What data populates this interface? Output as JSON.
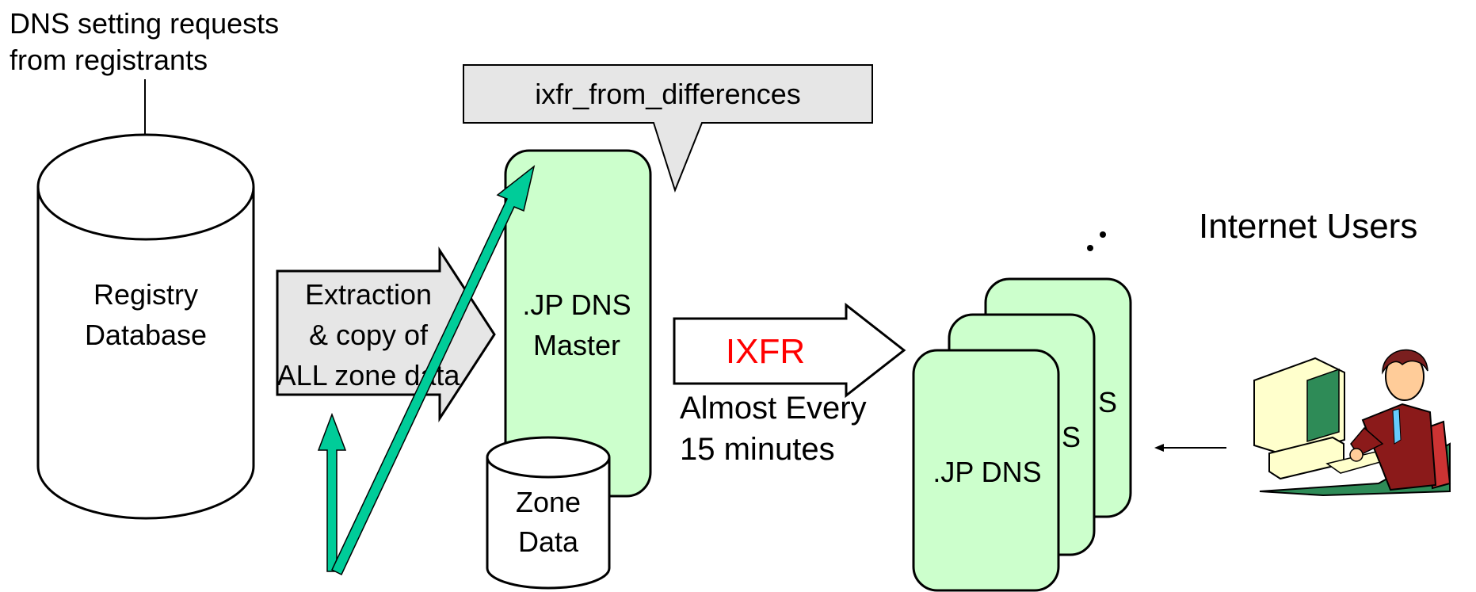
{
  "labels": {
    "dns_requests_line1": "DNS setting requests",
    "dns_requests_line2": "from registrants",
    "registry_line1": "Registry",
    "registry_line2": "Database",
    "extraction_line1": "Extraction",
    "extraction_line2": "& copy of",
    "extraction_line3": "ALL zone data",
    "callout": "ixfr_from_differences",
    "master_line1": ".JP DNS",
    "master_line2": "Master",
    "zone_line1": "Zone",
    "zone_line2": "Data",
    "ixfr": "IXFR",
    "interval_line1": "Almost Every",
    "interval_line2": "15 minutes",
    "slave_back_fragment": "S",
    "slave_mid_fragment": "S",
    "slave_front": ".JP DNS",
    "internet_users": "Internet Users"
  },
  "colors": {
    "server_fill": "#ccffcc",
    "teal_arrow": "#00cc99",
    "callout_fill": "#e6e6e6",
    "block_arrow_fill": "#e6e6e6",
    "ixfr_text": "#ff0000",
    "stroke": "#000000"
  },
  "icons": {
    "user": "person-at-computer-icon"
  }
}
